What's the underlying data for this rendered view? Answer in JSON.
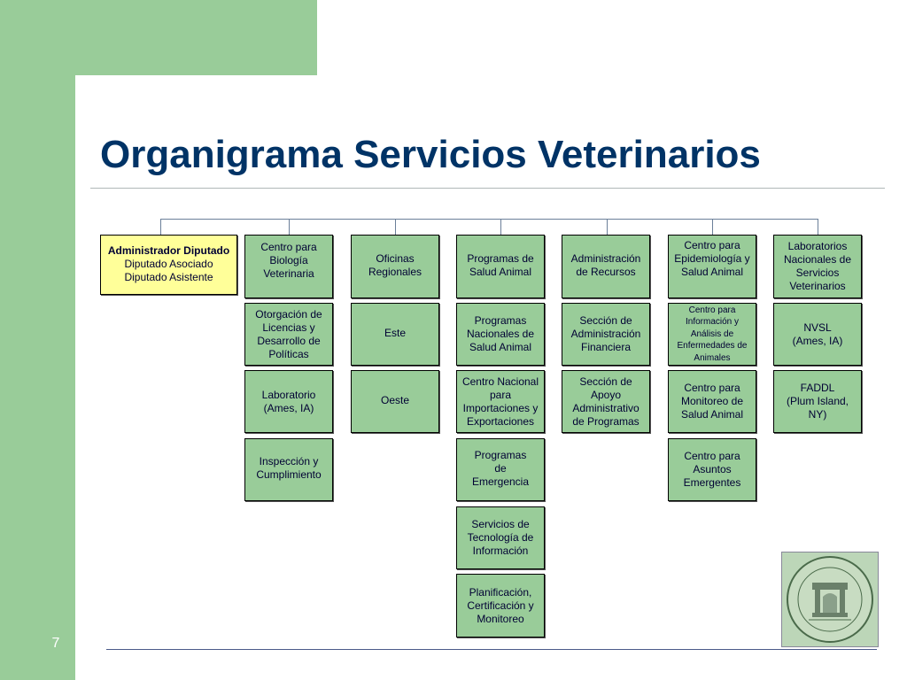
{
  "title": "Organigrama Servicios Veterinarios",
  "page_number": "7",
  "admin": {
    "line1": "Administrador Diputado",
    "line2": "Diputado Asociado",
    "line3": "Diputado Asistente"
  },
  "columns": [
    {
      "header": [
        "Centro para",
        "Biología",
        "Veterinaria"
      ],
      "children": [
        [
          "Otorgación de",
          "Licencias y",
          "Desarrollo de",
          "Políticas"
        ],
        [
          "Laboratorio",
          "(Ames, IA)"
        ],
        [
          "Inspección y",
          "Cumplimiento"
        ]
      ]
    },
    {
      "header": [
        "Oficinas",
        "Regionales"
      ],
      "children": [
        [
          "Este"
        ],
        [
          "Oeste"
        ]
      ]
    },
    {
      "header": [
        "Programas de",
        "Salud Animal"
      ],
      "children": [
        [
          "Programas",
          "Nacionales de",
          "Salud Animal"
        ],
        [
          "Centro Nacional",
          "para",
          "Importaciones y",
          "Exportaciones"
        ],
        [
          "Programas",
          "de",
          "Emergencia"
        ],
        [
          "Servicios de",
          "Tecnología de",
          "Información"
        ],
        [
          "Planificación,",
          "Certificación y",
          "Monitoreo"
        ]
      ]
    },
    {
      "header": [
        "Administración",
        "de Recursos"
      ],
      "children": [
        [
          "Sección de",
          "Administración",
          "Financiera"
        ],
        [
          "Sección de",
          "Apoyo",
          "Administrativo",
          "de Programas"
        ]
      ]
    },
    {
      "header": [
        "Centro para",
        "Epidemiología y",
        "Salud Animal"
      ],
      "children": [
        [
          "Centro para",
          "Información y",
          "Análisis de",
          "Enfermedades de",
          "Animales"
        ],
        [
          "Centro para",
          "Monitoreo de",
          "Salud Animal"
        ],
        [
          "Centro para",
          "Asuntos",
          "Emergentes"
        ]
      ]
    },
    {
      "header": [
        "Laboratorios",
        "Nacionales de",
        "Servicios",
        "Veterinarios"
      ],
      "children": [
        [
          "NVSL",
          "(Ames, IA)"
        ],
        [
          "FADDL",
          "(Plum Island,",
          "NY)"
        ]
      ]
    }
  ],
  "colors": {
    "box_fill": "#99cc99",
    "admin_fill": "#ffff99",
    "title": "#003366",
    "sidebar": "#99cc99"
  },
  "icons": {
    "seal": "university-seal-image"
  }
}
